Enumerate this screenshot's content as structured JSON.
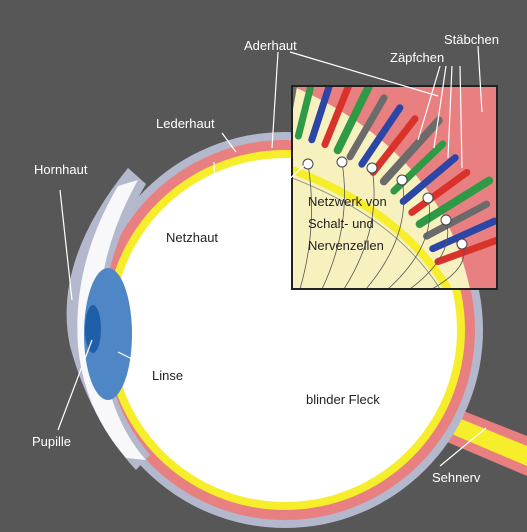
{
  "labels": {
    "aderhaut": "Aderhaut",
    "staebchen": "Stäbchen",
    "zaepfchen": "Zäpfchen",
    "lederhaut": "Lederhaut",
    "hornhaut": "Hornhaut",
    "netzhaut": "Netzhaut",
    "netzwerk_line1": "Netzwerk von",
    "netzwerk_line2": "Schalt- und",
    "netzwerk_line3": "Nervenzellen",
    "linse": "Linse",
    "blinder_fleck": "blinder Fleck",
    "pupille": "Pupille",
    "sehnerv": "Sehnerv"
  },
  "colors": {
    "background": "#575757",
    "sclera": "#b3b8cc",
    "choroid": "#e87f80",
    "retina": "#f6ee2a",
    "vitreous": "#ffffff",
    "lens": "#4f86c6",
    "pupil": "#1f5fa8",
    "inset_fill": "#f7f1c0",
    "rod": "#6b6b6b",
    "cone_colors": [
      "#2e9a45",
      "#2c46a8",
      "#d9322a"
    ]
  }
}
